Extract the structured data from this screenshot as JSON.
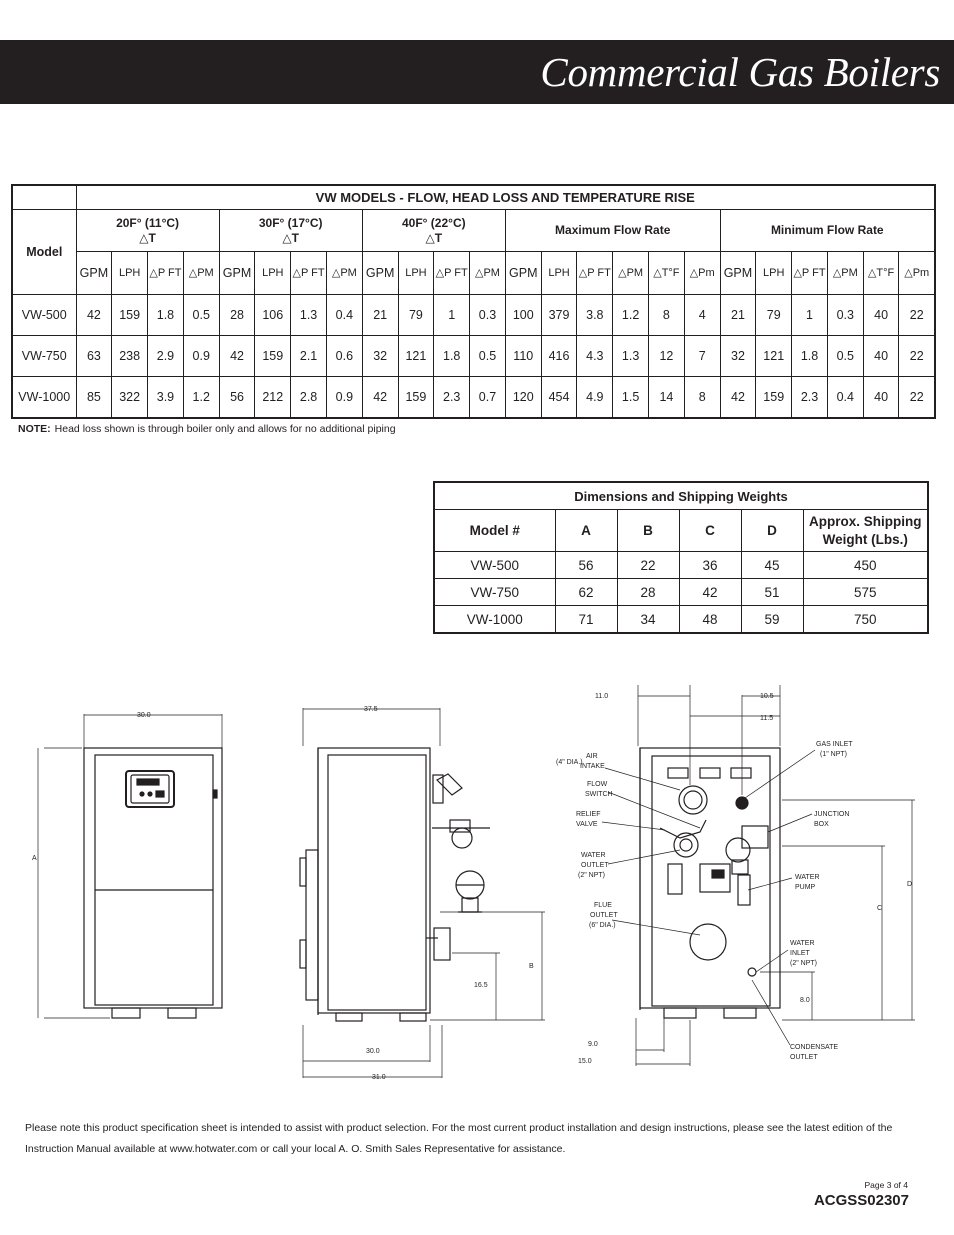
{
  "header": {
    "title": "Commercial Gas Boilers"
  },
  "flow_table": {
    "caption": "VW MODELS - FLOW, HEAD LOSS AND TEMPERATURE RISE",
    "model_label": "Model",
    "groups": [
      {
        "line1": "20F° (11°C)",
        "line2": "△T"
      },
      {
        "line1": "30F° (17°C)",
        "line2": "△T"
      },
      {
        "line1": "40F° (22°C)",
        "line2": "△T"
      },
      {
        "line1": "Maximum Flow Rate",
        "line2": ""
      },
      {
        "line1": "Minimum Flow Rate",
        "line2": ""
      }
    ],
    "subheaders": [
      "GPM",
      "LPH",
      "△P FT",
      "△PM",
      "GPM",
      "LPH",
      "△P FT",
      "△PM",
      "GPM",
      "LPH",
      "△P FT",
      "△PM",
      "GPM",
      "LPH",
      "△P FT",
      "△PM",
      "△T°F",
      "△Pm",
      "GPM",
      "LPH",
      "△P FT",
      "△PM",
      "△T°F",
      "△Pm"
    ],
    "rows": [
      {
        "model": "VW-500",
        "values": [
          "42",
          "159",
          "1.8",
          "0.5",
          "28",
          "106",
          "1.3",
          "0.4",
          "21",
          "79",
          "1",
          "0.3",
          "100",
          "379",
          "3.8",
          "1.2",
          "8",
          "4",
          "21",
          "79",
          "1",
          "0.3",
          "40",
          "22"
        ]
      },
      {
        "model": "VW-750",
        "values": [
          "63",
          "238",
          "2.9",
          "0.9",
          "42",
          "159",
          "2.1",
          "0.6",
          "32",
          "121",
          "1.8",
          "0.5",
          "110",
          "416",
          "4.3",
          "1.3",
          "12",
          "7",
          "32",
          "121",
          "1.8",
          "0.5",
          "40",
          "22"
        ]
      },
      {
        "model": "VW-1000",
        "values": [
          "85",
          "322",
          "3.9",
          "1.2",
          "56",
          "212",
          "2.8",
          "0.9",
          "42",
          "159",
          "2.3",
          "0.7",
          "120",
          "454",
          "4.9",
          "1.5",
          "14",
          "8",
          "42",
          "159",
          "2.3",
          "0.4",
          "40",
          "22"
        ]
      }
    ]
  },
  "note": {
    "label": "NOTE:",
    "text": "Head loss shown is through boiler only and allows for no additional piping"
  },
  "dims_table": {
    "caption": "Dimensions and Shipping Weights",
    "headers": [
      "Model #",
      "A",
      "B",
      "C",
      "D",
      "Approx. Shipping Weight (Lbs.)"
    ],
    "rows": [
      [
        "VW-500",
        "56",
        "22",
        "36",
        "45",
        "450"
      ],
      [
        "VW-750",
        "62",
        "28",
        "42",
        "51",
        "575"
      ],
      [
        "VW-1000",
        "71",
        "34",
        "48",
        "59",
        "750"
      ]
    ]
  },
  "drawing": {
    "front": {
      "width": "30.0",
      "height": "A"
    },
    "side": {
      "top_width": "37.5",
      "b": "B",
      "h1": "16.5",
      "w1": "30.0",
      "w2": "31.0"
    },
    "rear": {
      "top_left": "11.0",
      "top_r1": "10.5",
      "top_r2": "11.5",
      "bottom1": "9.0",
      "bottom2": "15.0",
      "h_right": "8.0",
      "c": "C",
      "d": "D",
      "labels_left": [
        "(4\" DIA.)",
        "AIR",
        "INTAKE",
        "FLOW",
        "SWITCH",
        "RELIEF",
        "VALVE",
        "WATER",
        "OUTLET",
        "(2\" NPT)",
        "FLUE",
        "OUTLET",
        "(6\" DIA.)"
      ],
      "labels_right": [
        "GAS INLET",
        "(1\" NPT)",
        "JUNCTION",
        "BOX",
        "WATER",
        "PUMP",
        "WATER",
        "INLET",
        "(2\" NPT)",
        "CONDENSATE",
        "OUTLET"
      ]
    }
  },
  "footer": {
    "text": "Please note this product specification sheet is intended to assist with product selection. For the most current product installation and design instructions, please see the latest edition of the Instruction Manual available at www.hotwater.com or call your local A. O. Smith Sales Representative for assistance.",
    "page": "Page 3 of 4",
    "code": "ACGSS02307"
  }
}
